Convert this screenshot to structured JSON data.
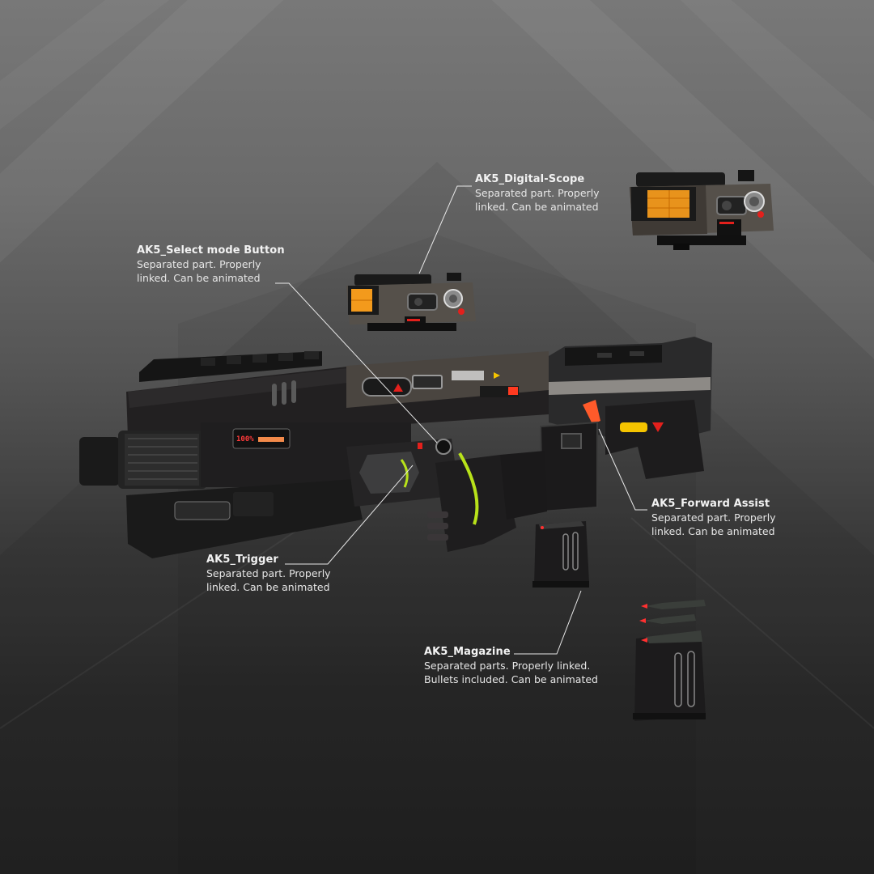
{
  "callouts": [
    {
      "id": "digital-scope",
      "title": "AK5_Digital-Scope",
      "desc_line1": "Separated part. Properly",
      "desc_line2": "linked. Can be animated"
    },
    {
      "id": "select-mode-button",
      "title": "AK5_Select mode Button",
      "desc_line1": "Separated part. Properly",
      "desc_line2": "linked. Can be animated"
    },
    {
      "id": "forward-assist",
      "title": "AK5_Forward Assist",
      "desc_line1": "Separated part. Properly",
      "desc_line2": "linked. Can be animated"
    },
    {
      "id": "trigger",
      "title": "AK5_Trigger",
      "desc_line1": "Separated part. Properly",
      "desc_line2": "linked. Can be animated"
    },
    {
      "id": "magazine",
      "title": "AK5_Magazine",
      "desc_line1": "Separated parts. Properly linked.",
      "desc_line2": "Bullets included. Can be animated"
    }
  ],
  "gun": {
    "ammo_display": "100%",
    "colors": {
      "body": "#1e1c1d",
      "receiver": "#4a4540",
      "accent_orange": "#ff5a2a",
      "accent_green": "#b8e21a",
      "scope_glass": "#f39a1c",
      "warning_red": "#e3201c",
      "warning_yellow": "#f5c400"
    }
  },
  "background": {
    "top_color": "#787878",
    "bottom_color": "#232323"
  }
}
